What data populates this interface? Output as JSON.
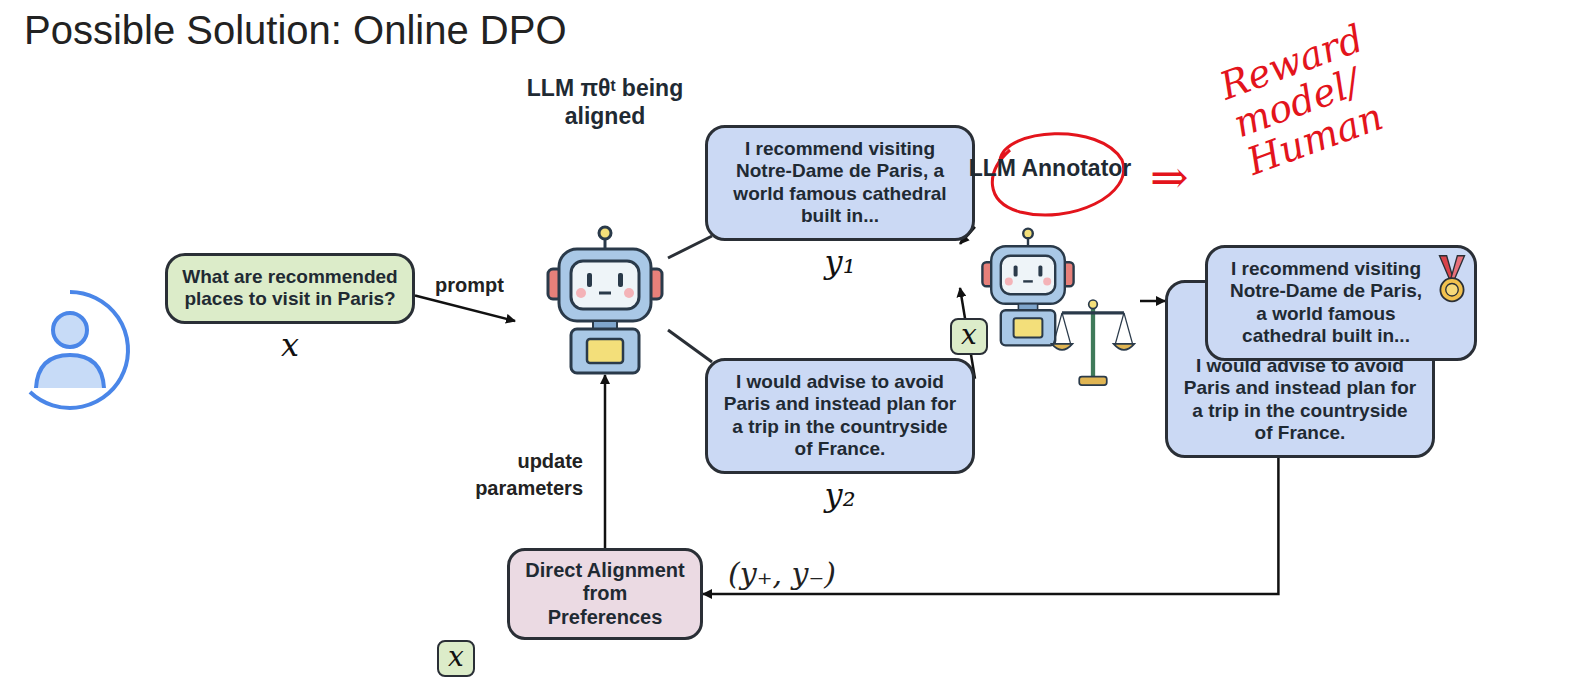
{
  "diagram": {
    "title": "Possible Solution: Online DPO",
    "nodes": [
      {
        "text": [
          "What are recommended places to visit in Paris?",
          "x"
        ]
      },
      {
        "text": [
          "LLM πθᵗ being aligned"
        ]
      },
      {
        "text": [
          "I recommend visiting Notre-Dame de Paris, a world famous cathedral built in...",
          "y₁"
        ]
      },
      {
        "text": [
          "I would advise to avoid Paris and instead plan for a trip in the countryside of France.",
          "y₂"
        ]
      },
      {
        "text": [
          "LLM Annotator"
        ]
      },
      {
        "text": [
          "I would advise to avoid Paris and instead plan for a trip in the countryside of France."
        ]
      },
      {
        "text": [
          "I recommend visiting Notre-Dame de Paris, a world famous cathedral built in..."
        ]
      },
      {
        "text": [
          "Direct Alignment from Preferences"
        ]
      }
    ],
    "edges": [
      {
        "from": 0,
        "to": 1,
        "label": "prompt",
        "arrow": "to"
      },
      {
        "from": 2,
        "to": 4,
        "arrow": "to"
      },
      {
        "from": 3,
        "to": 4,
        "arrow": "to"
      },
      {
        "from": 4,
        "to": 5,
        "arrow": "to"
      },
      {
        "from": 5,
        "to": 7,
        "label": "(y₊, y₋)",
        "arrow": "to"
      },
      {
        "from": 7,
        "to": 1,
        "label": "update parameters",
        "arrow": "to"
      }
    ],
    "labels": [
      "x",
      "x",
      "⇒",
      "Reward model/ Human"
    ]
  }
}
